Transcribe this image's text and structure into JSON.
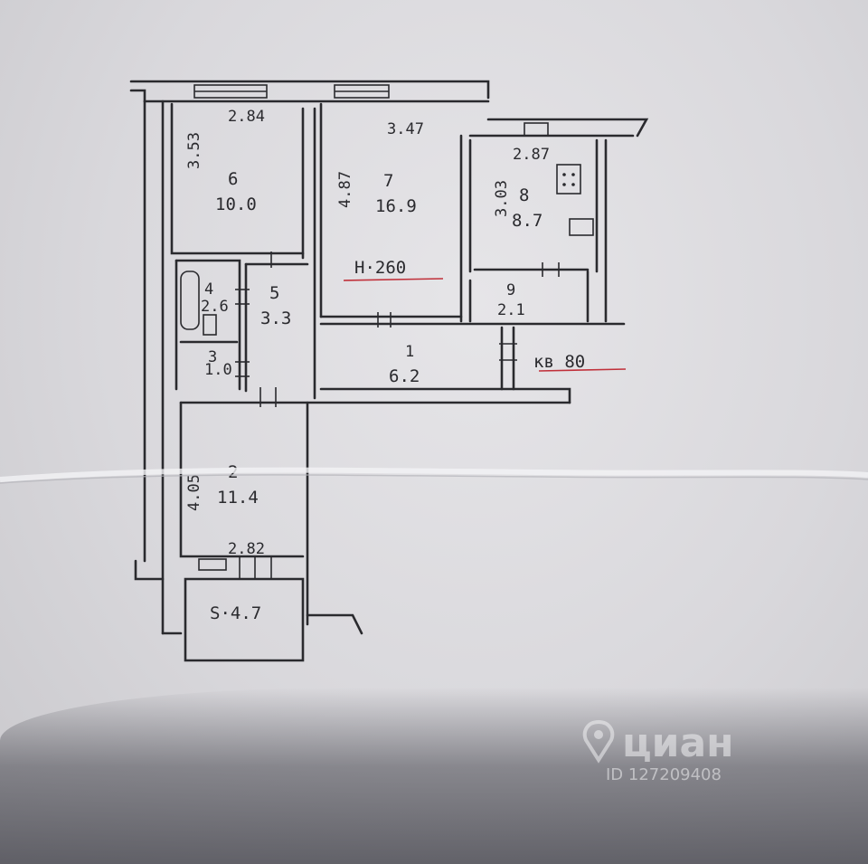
{
  "plan": {
    "apartment": "кв 80",
    "ceiling_height": "H·260",
    "rooms": [
      {
        "number": "6",
        "area": "10.0",
        "width": "2.84",
        "depth": "3.53"
      },
      {
        "number": "7",
        "area": "16.9",
        "width": "3.47",
        "depth": "4.87"
      },
      {
        "number": "8",
        "area": "8.7",
        "width": "2.87",
        "depth": "3.03"
      },
      {
        "number": "9",
        "area": "2.1"
      },
      {
        "number": "4",
        "area": "2.6"
      },
      {
        "number": "5",
        "area": "3.3"
      },
      {
        "number": "3",
        "area": "1.0"
      },
      {
        "number": "1",
        "area": "6.2"
      },
      {
        "number": "2",
        "area": "11.4",
        "width": "2.82",
        "depth": "4.05"
      }
    ],
    "balcony": "S·4.7"
  },
  "watermark": {
    "brand": "циан",
    "id": "ID 127209408",
    "icon": "location-pin-icon"
  }
}
